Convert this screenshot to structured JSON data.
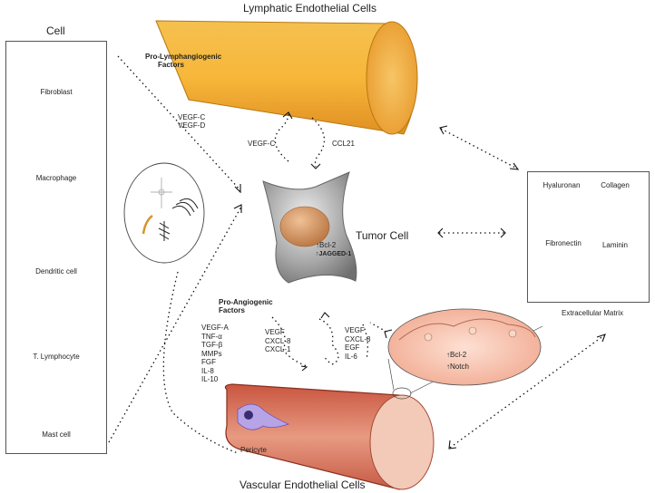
{
  "titles": {
    "lymphatic": "Lymphatic Endothelial Cells",
    "vascular": "Vascular Endothelial Cells",
    "cell_panel": "Cell",
    "tumor": "Tumor Cell",
    "ecm": "Extracellular Matrix"
  },
  "cells": [
    {
      "label": "Fibroblast",
      "icon": "fibroblast-icon"
    },
    {
      "label": "Macrophage",
      "icon": "macrophage-icon"
    },
    {
      "label": "Dendritic cell",
      "icon": "dendritic-cell-icon"
    },
    {
      "label": "T. Lymphocyte",
      "icon": "t-lymphocyte-icon"
    },
    {
      "label": "Mast cell",
      "icon": "mast-cell-icon"
    }
  ],
  "ecm_items": {
    "hyaluronan": "Hyaluronan",
    "collagen": "Collagen",
    "fibronectin": "Fibronectin",
    "laminin": "Laminin"
  },
  "lymph": {
    "heading_line1": "Pro-Lymphangiogenic",
    "heading_line2": "Factors",
    "vegf_c": "VEGF-C",
    "vegf_d": "VEGF-D",
    "loop_left": "VEGF-C",
    "loop_right": "CCL21"
  },
  "tumor_markers": {
    "marker1": "Bcl-2",
    "marker2": "JAGGED-1"
  },
  "angio": {
    "heading_line1": "Pro-Angiogenic",
    "heading_line2": "Factors",
    "list": [
      "VEGF-A",
      "TNF-α",
      "TGF-β",
      "MMPs",
      "FGF",
      "IL-8",
      "IL-10"
    ],
    "to_tumor": [
      "VEGF",
      "CXCL-8",
      "CXCL-1"
    ],
    "from_vessel": [
      "VEGF",
      "CXCL-8",
      "EGF",
      "IL-6"
    ]
  },
  "endothelial_markers": {
    "marker1": "Bcl-2",
    "marker2": "Notch"
  },
  "pericyte": "Pericyte",
  "colors": {
    "lymph_vessel": "#f2a93b",
    "blood_vessel": "#d9735a",
    "tumor_cell": "#8a8a8a",
    "nucleus": "#c98650"
  }
}
